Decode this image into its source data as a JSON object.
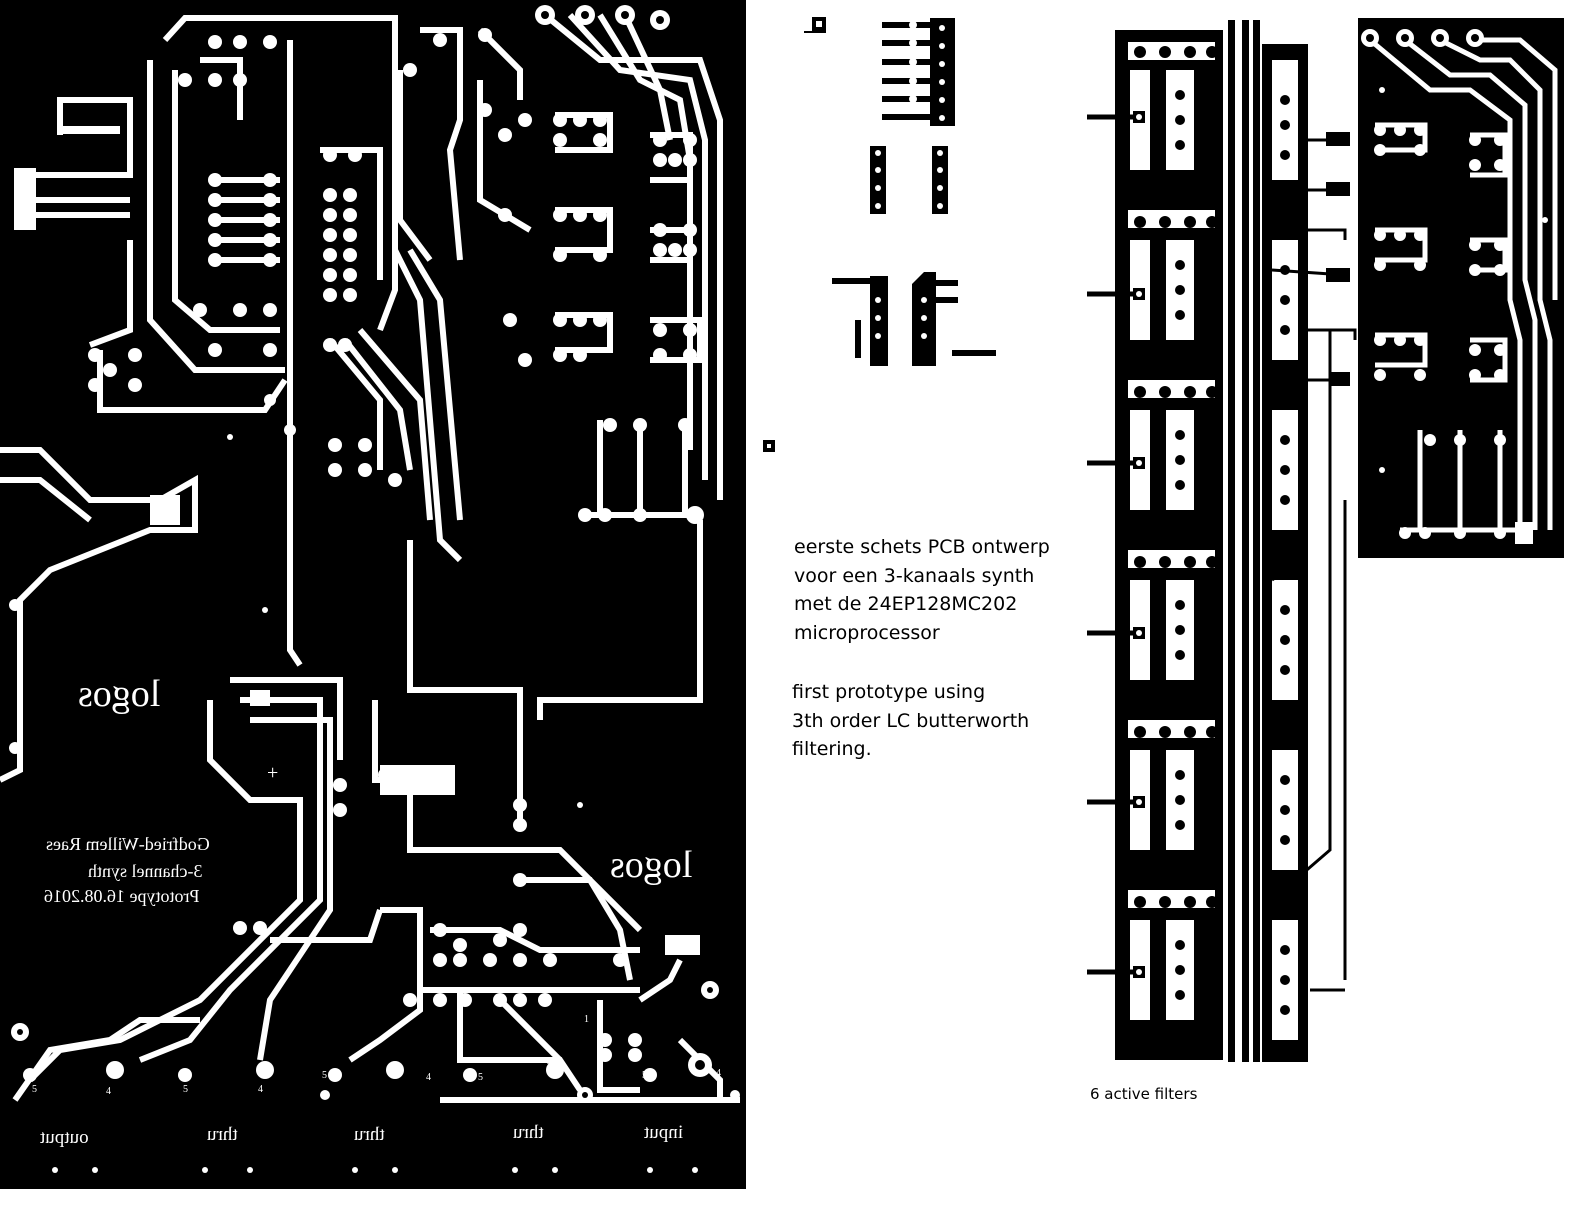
{
  "main_board": {
    "credit": {
      "name": "Godfried-Willem Raes",
      "project": "3-channel synth",
      "prototype": "Prototype 16.08.2016"
    },
    "logo_text": "logos",
    "plus_mark": "+",
    "connectors": [
      {
        "label": "output",
        "pins": [
          "5",
          "4"
        ]
      },
      {
        "label": "thru",
        "pins": [
          "5",
          "4"
        ]
      },
      {
        "label": "thru",
        "pins": [
          "5",
          "4"
        ]
      },
      {
        "label": "thru",
        "pins": [
          "5",
          "4"
        ]
      },
      {
        "label": "input",
        "pins": [
          "1",
          "5",
          "4"
        ]
      }
    ]
  },
  "notes": {
    "dutch": [
      "eerste schets PCB ontwerp",
      "voor een 3-kanaals synth",
      "met de 24EP128MC202",
      "microprocessor"
    ],
    "english": [
      "first prototype using",
      "3th order LC butterworth",
      "filtering."
    ]
  },
  "filter_board": {
    "caption": "6 active filters"
  }
}
